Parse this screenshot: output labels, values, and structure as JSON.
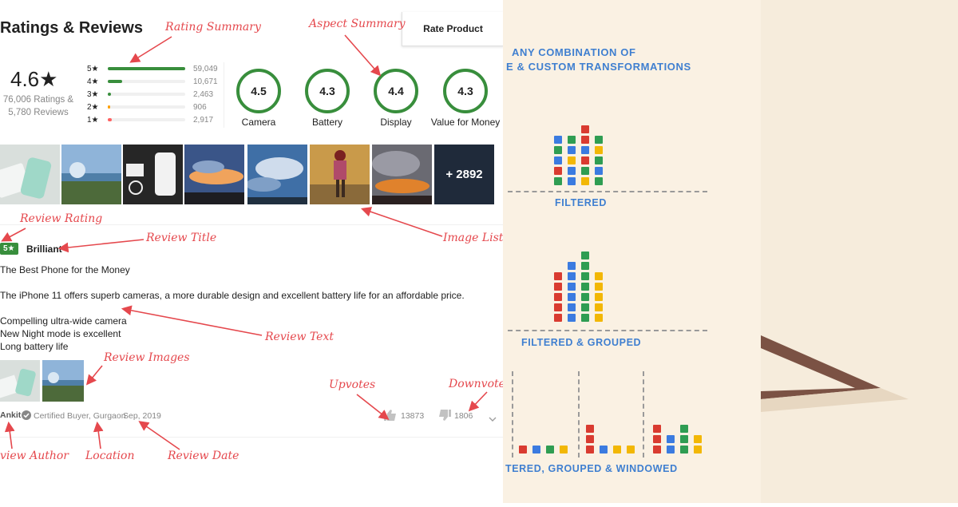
{
  "review_ui": {
    "heading": "Ratings & Reviews",
    "rate_button": "Rate Product",
    "overall_rating": "4.6★",
    "ratings_count": "76,006 Ratings &",
    "reviews_count": "5,780 Reviews",
    "histogram": [
      {
        "label": "5★",
        "count": "59,049",
        "value": 59049,
        "color": "#388e3c"
      },
      {
        "label": "4★",
        "count": "10,671",
        "value": 10671,
        "color": "#388e3c"
      },
      {
        "label": "3★",
        "count": "2,463",
        "value": 2463,
        "color": "#388e3c"
      },
      {
        "label": "2★",
        "count": "906",
        "value": 906,
        "color": "#ff9f00"
      },
      {
        "label": "1★",
        "count": "2,917",
        "value": 2917,
        "color": "#ff6161"
      }
    ],
    "aspects": [
      {
        "score": "4.5",
        "label": "Camera"
      },
      {
        "score": "4.3",
        "label": "Battery"
      },
      {
        "score": "4.4",
        "label": "Display"
      },
      {
        "score": "4.3",
        "label": "Value for Money"
      }
    ],
    "more_images": "+ 2892",
    "review": {
      "rating": "5★",
      "title": "Brilliant",
      "subtitle": "The Best Phone for the Money",
      "paragraph": "The iPhone 11 offers superb cameras, a more durable design and excellent battery life for an affordable price.",
      "lines": [
        "Compelling ultra-wide camera",
        "New Night mode is excellent",
        "Long battery life"
      ],
      "author": "Ankit",
      "certified": "Certified Buyer, Gurgaon",
      "date": "Sep, 2019",
      "upvotes": "13873",
      "downvotes": "1806"
    }
  },
  "annotations": {
    "rating_summary": "Rating Summary",
    "aspect_summary": "Aspect Summary",
    "review_rating": "Review Rating",
    "review_title": "Review Title",
    "image_list": "Image List",
    "review_text": "Review Text",
    "review_images": "Review Images",
    "upvotes": "Upvotes",
    "downvotes": "Downvotes",
    "review_author": "view Author",
    "location": "Location",
    "review_date": "Review Date"
  },
  "right_panel": {
    "title_line1": "ANY COMBINATION OF",
    "title_line2": "E & CUSTOM TRANSFORMATIONS",
    "label_filtered": "FILTERED",
    "label_grouped": "FILTERED & GROUPED",
    "label_windowed": "TERED, GROUPED & WINDOWED"
  },
  "colors": {
    "accent_green": "#388e3c",
    "annotation_red": "#e5484d",
    "block_red": "#d93b30",
    "block_green": "#2f9d52",
    "block_blue": "#3b7be0",
    "block_yellow": "#f2b705"
  }
}
